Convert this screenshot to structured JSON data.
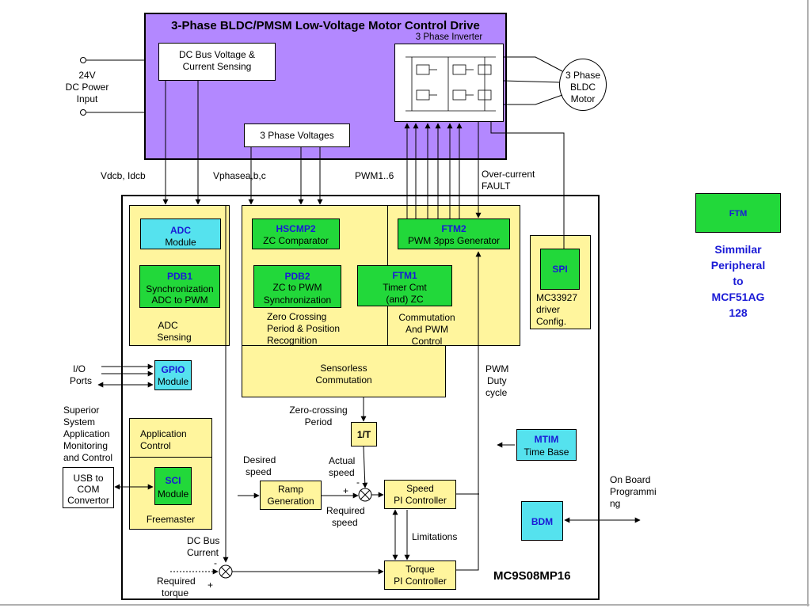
{
  "colors": {
    "purple": "#b388ff",
    "yellow": "#fff59d",
    "green": "#22d83a",
    "cyan": "#55e2ee",
    "label_blue": "#1a1ad6"
  },
  "drive": {
    "title": "3-Phase BLDC/PMSM Low-Voltage Motor Control Drive"
  },
  "inverter": {
    "title": "3 Phase Inverter"
  },
  "motor": {
    "line1": "3 Phase",
    "line2": "BLDC",
    "line3": "Motor"
  },
  "dcbus_sensing": {
    "line1": "DC Bus Voltage &",
    "line2": "Current Sensing"
  },
  "phase_voltages": {
    "label": "3 Phase Voltages"
  },
  "power_input": {
    "line1": "24V",
    "line2": "DC Power",
    "line3": "Input"
  },
  "signals": {
    "vdcb": "Vdcb, Idcb",
    "vphase": "Vphasea,b,c",
    "pwm": "PWM1..6",
    "overcurrent1": "Over-current",
    "overcurrent2": "FAULT"
  },
  "mcu": {
    "name": "MC9S08MP16"
  },
  "adc_group": {
    "adc_name": "ADC",
    "adc_sub": "Module",
    "pdb1_name": "PDB1",
    "pdb1_l1": "Synchronization",
    "pdb1_l2": "ADC to PWM",
    "caption1": "ADC",
    "caption2": "Sensing"
  },
  "zc_group": {
    "hscmp_name": "HSCMP2",
    "hscmp_sub": "ZC Comparator",
    "pdb2_name": "PDB2",
    "pdb2_l1": "ZC to  PWM",
    "pdb2_l2": "Synchronization",
    "caption1": "Zero Crossing",
    "caption2": "Period & Position",
    "caption3": "Recognition"
  },
  "comm_group": {
    "ftm2_name": "FTM2",
    "ftm2_sub": "PWM 3pps Generator",
    "ftm1_name": "FTM1",
    "ftm1_l1": "Timer Cmt",
    "ftm1_l2": "(and) ZC",
    "caption1": "Commutation",
    "caption2": "And PWM",
    "caption3": "Control"
  },
  "spi_group": {
    "name": "SPI",
    "l1": "MC33927",
    "l2": "driver",
    "l3": "Config."
  },
  "sensorless": {
    "line1": "Sensorless",
    "line2": "Commutation"
  },
  "gpio": {
    "name": "GPIO",
    "sub": "Module",
    "port1": "I/O",
    "port2": "Ports"
  },
  "superior": {
    "l1": "Superior",
    "l2": "System",
    "l3": "Application",
    "l4": "Monitoring",
    "l5": "and Control"
  },
  "usb": {
    "l1": "USB to",
    "l2": "COM",
    "l3": "Convertor"
  },
  "app_control": {
    "l1": "Application",
    "l2": "Control"
  },
  "sci": {
    "name": "SCI",
    "sub": "Module",
    "caption": "Freemaster"
  },
  "zero_crossing_period": {
    "l1": "Zero-crossing",
    "l2": "Period"
  },
  "inv_t": {
    "label": "1/T"
  },
  "desired_speed": {
    "l1": "Desired",
    "l2": "speed"
  },
  "actual_speed": {
    "l1": "Actual",
    "l2": "speed",
    "minus": "-"
  },
  "ramp": {
    "l1": "Ramp",
    "l2": "Generation"
  },
  "sum1": {
    "plus": "+"
  },
  "required_speed": {
    "l1": "Required",
    "l2": "speed"
  },
  "speed_pi": {
    "l1": "Speed",
    "l2": "PI Controller"
  },
  "limitations": {
    "label": "Limitations"
  },
  "torque_pi": {
    "l1": "Torque",
    "l2": "PI Controller"
  },
  "dc_bus_current": {
    "l1": "DC Bus",
    "l2": "Current",
    "minus": "-"
  },
  "required_torque": {
    "l1": "Required",
    "l2": "torque",
    "plus": "+"
  },
  "pwm_duty": {
    "l1": "PWM",
    "l2": "Duty",
    "l3": "cycle"
  },
  "mtim": {
    "name": "MTIM",
    "sub": "Time Base"
  },
  "bdm": {
    "name": "BDM"
  },
  "onboard": {
    "l1": "On Board",
    "l2": "Programmi",
    "l3": "ng"
  },
  "legend": {
    "ftm": "FTM",
    "l1": "Simmilar",
    "l2": "Peripheral",
    "l3": "to",
    "l4": "MCF51AG",
    "l5": "128"
  }
}
